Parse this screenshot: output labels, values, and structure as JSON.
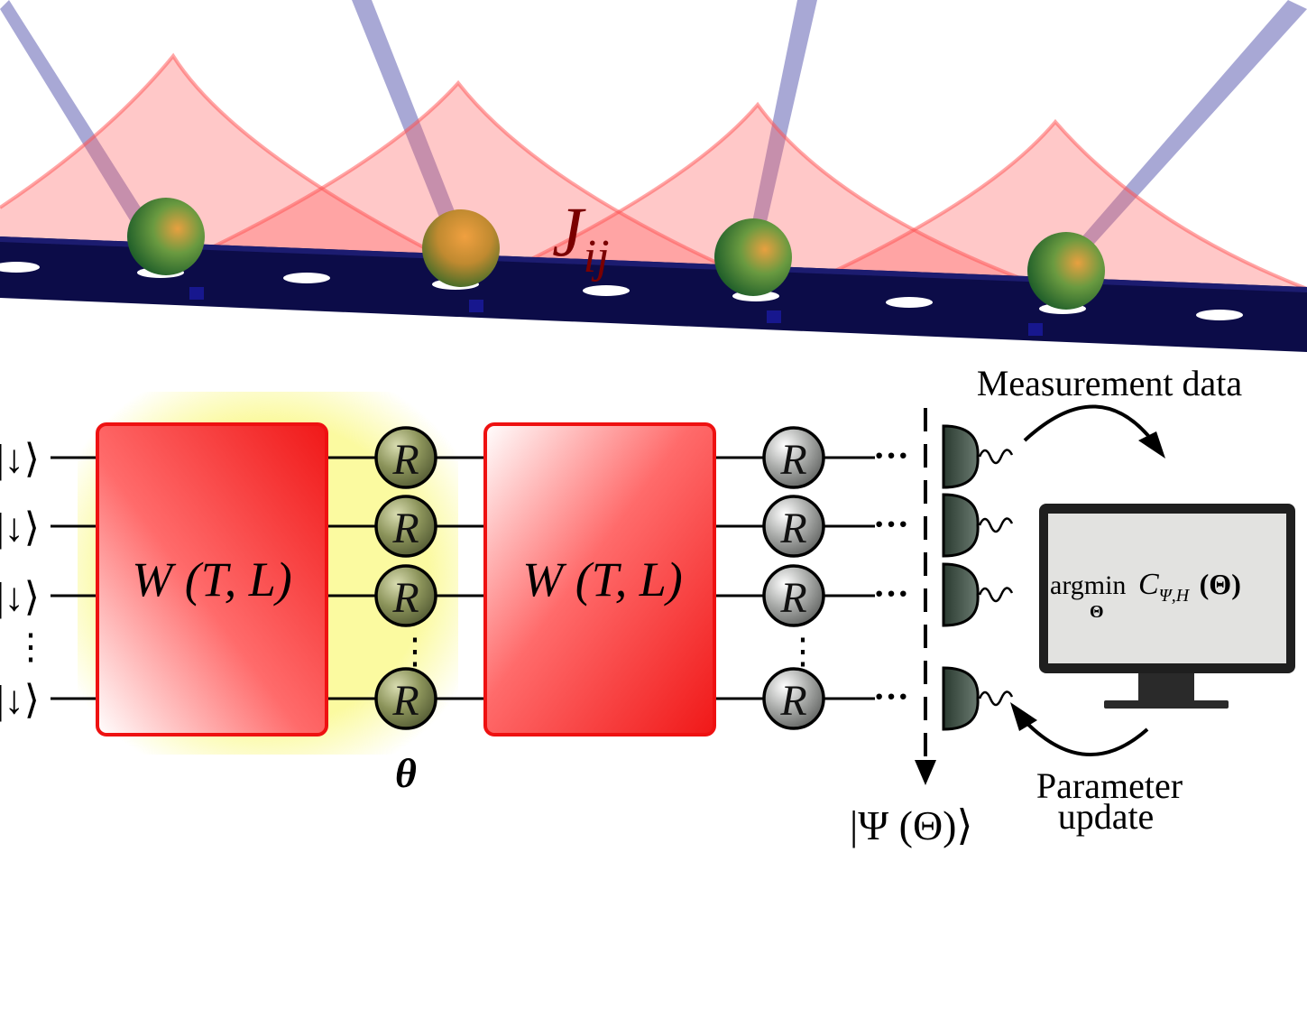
{
  "coupling_label": {
    "main": "J",
    "sub": "ij"
  },
  "qubits": {
    "input_state": "|↓⟩",
    "vertical_dots": "⋮"
  },
  "blocks": [
    {
      "label": "W (T, L)"
    },
    {
      "label": "W (T, L)"
    }
  ],
  "rotation_gate_label": "R",
  "theta_label": "θ",
  "continuation_dots": "···",
  "measurement_label": "Measurement data",
  "monitor": {
    "argmin": "argmin",
    "argmin_sub": "Θ",
    "cost_main": "C",
    "cost_sub": "Ψ,H",
    "cost_arg": "(Θ)"
  },
  "parameter_update_label": {
    "line1": "Parameter",
    "line2": "update"
  },
  "output_state": "|Ψ (Θ)⟩",
  "colors": {
    "block_red": "#f01e1e",
    "highlight_yellow": "#fbfaa0",
    "lattice_navy": "#0c0c48",
    "beam_blue": "#2a2a9a",
    "laser_red": "#ff7070",
    "atom_green": "#2d8a35",
    "monitor_screen": "#e2e2e0",
    "coupling_text": "#7a0000"
  }
}
